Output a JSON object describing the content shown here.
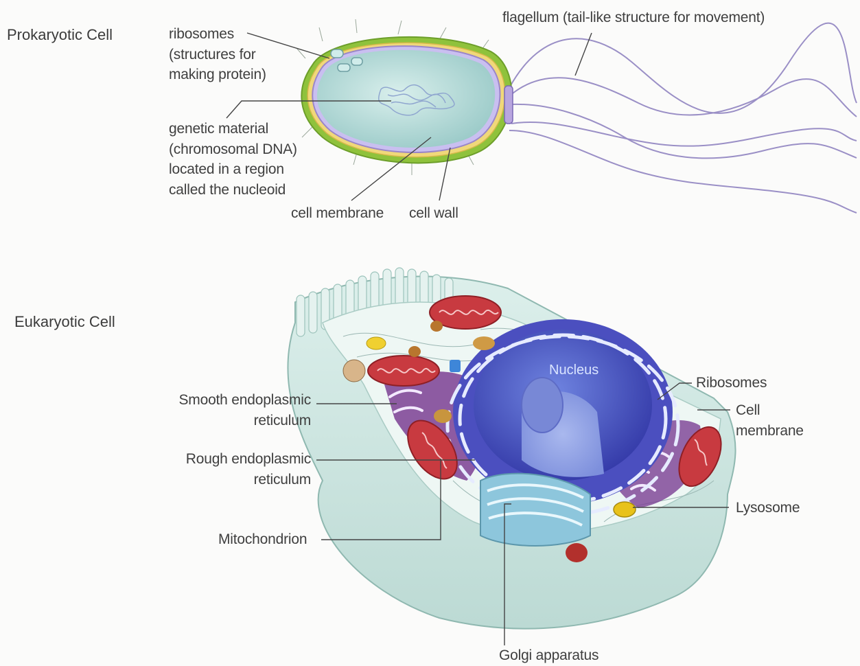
{
  "sections": {
    "prokaryotic": "Prokaryotic Cell",
    "eukaryotic": "Eukaryotic Cell"
  },
  "prokaryote_labels": {
    "ribosomes": "ribosomes\n(structures for\nmaking protein)",
    "genetic_material": "genetic material\n(chromosomal DNA)\nlocated in a region\ncalled the nucleoid",
    "cell_membrane": "cell membrane",
    "cell_wall": "cell wall",
    "flagellum": "flagellum (tail-like structure for movement)"
  },
  "eukaryote_labels": {
    "smooth_er": "Smooth endoplasmic\nreticulum",
    "rough_er": "Rough endoplasmic\nreticulum",
    "mitochondrion": "Mitochondrion",
    "nucleus": "Nucleus",
    "ribosomes": "Ribosomes",
    "cell_membrane": "Cell\nmembrane",
    "lysosome": "Lysosome",
    "golgi": "Golgi apparatus"
  },
  "colors": {
    "leader_line": "#444444",
    "bacterium_body": "#bfe0df",
    "bacterium_coat": "#8fc23c",
    "membrane": "#9a86c8",
    "flagella": "#9a8fc6",
    "cell_body": "#cfe5e1",
    "nucleus": "#4b4fbf",
    "mitochondria": "#c83a40",
    "er": "#7b3f93",
    "golgi": "#8dc6dc",
    "lysosome": "#e8c21a"
  }
}
